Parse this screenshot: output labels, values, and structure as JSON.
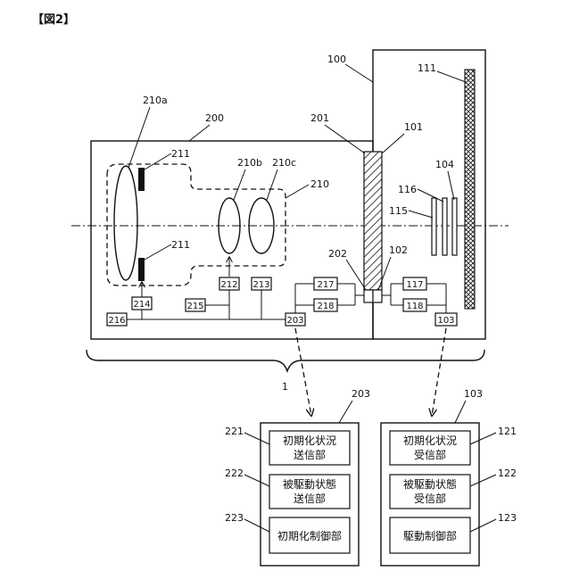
{
  "figure_title": "【図2】",
  "labels": {
    "system": "1",
    "camera_body": "100",
    "image_sensor": "101",
    "body_contact": "102",
    "body_controller": "103",
    "filter_104": "104",
    "monitor": "111",
    "part_115": "115",
    "part_116": "116",
    "body_unit_117": "117",
    "body_unit_118": "118",
    "lens_unit": "200",
    "lens_mount": "201",
    "lens_contact": "202",
    "lens_controller": "203",
    "optical_system": "210",
    "lens_210a": "210a",
    "lens_210b": "210b",
    "lens_210c": "210c",
    "shutter": "211",
    "unit_212": "212",
    "unit_213": "213",
    "unit_214": "214",
    "unit_215": "215",
    "unit_216": "216",
    "unit_217": "217",
    "unit_218": "218"
  },
  "lens_controller_panel": {
    "ref": "203",
    "blocks": [
      {
        "ref": "221",
        "line1": "初期化状況",
        "line2": "送信部"
      },
      {
        "ref": "222",
        "line1": "被駆動状態",
        "line2": "送信部"
      },
      {
        "ref": "223",
        "line1": "初期化制御部",
        "line2": ""
      }
    ]
  },
  "body_controller_panel": {
    "ref": "103",
    "blocks": [
      {
        "ref": "121",
        "line1": "初期化状況",
        "line2": "受信部"
      },
      {
        "ref": "122",
        "line1": "被駆動状態",
        "line2": "受信部"
      },
      {
        "ref": "123",
        "line1": "駆動制御部",
        "line2": ""
      }
    ]
  }
}
